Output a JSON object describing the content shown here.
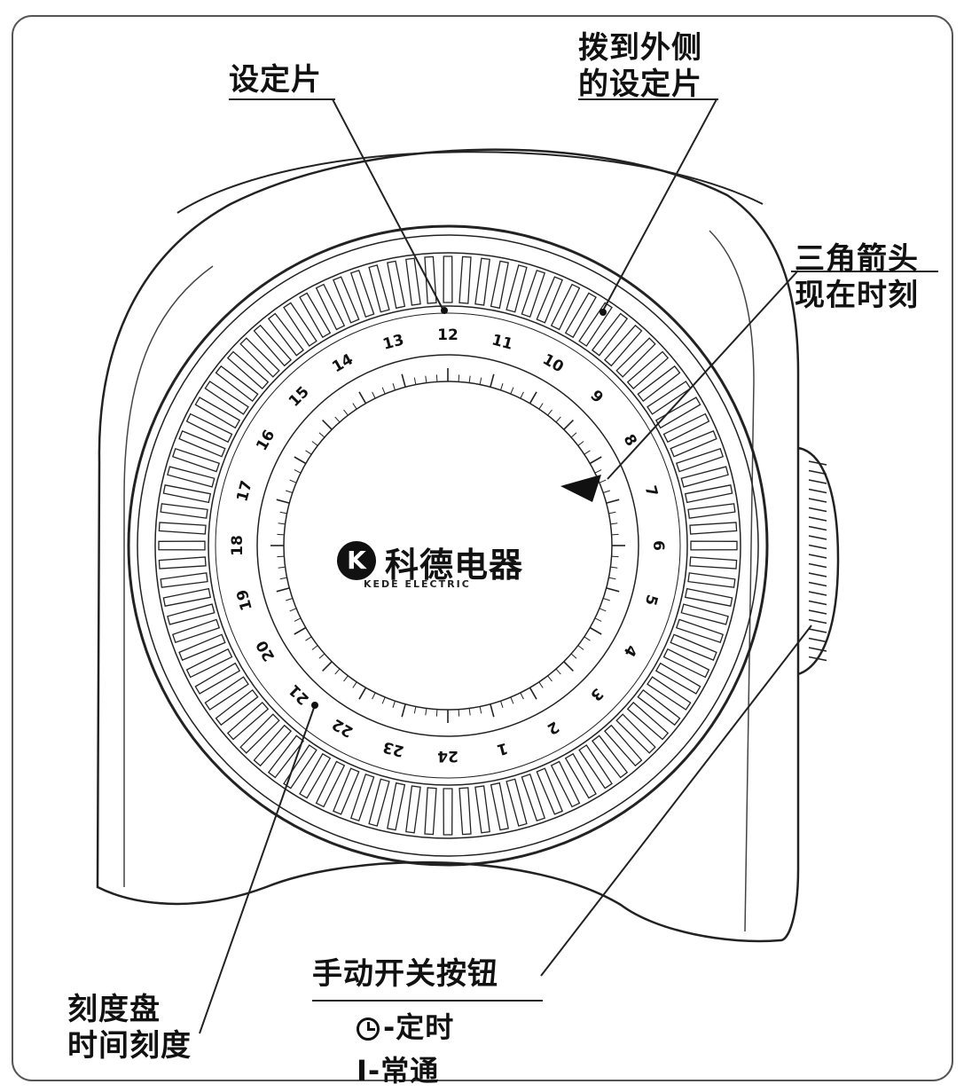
{
  "labels": {
    "setting_piece": "设定片",
    "outside_piece": [
      "拨到外侧",
      "的设定片"
    ],
    "triangle_pointer": [
      "三角箭头",
      "现在时刻"
    ],
    "manual_button": "手动开关按钮",
    "mode_timer": "-定时",
    "mode_always": "I-常通",
    "dial": [
      "刻度盘",
      "时间刻度"
    ]
  },
  "brand": {
    "name_cn": "科德电器",
    "name_en": "KEDE ELECTRIC",
    "logo_glyph": "K"
  },
  "dial_hours": [
    "1",
    "2",
    "3",
    "4",
    "5",
    "6",
    "7",
    "8",
    "9",
    "10",
    "11",
    "12",
    "13",
    "14",
    "15",
    "16",
    "17",
    "18",
    "19",
    "20",
    "21",
    "22",
    "23",
    "24"
  ],
  "colors": {
    "line": "#222222",
    "label": "#111111",
    "background": "#ffffff"
  },
  "icons": {
    "timer_mode": "clock-icon",
    "pointer": "triangle-arrow-icon",
    "logo": "brand-logo-icon"
  }
}
